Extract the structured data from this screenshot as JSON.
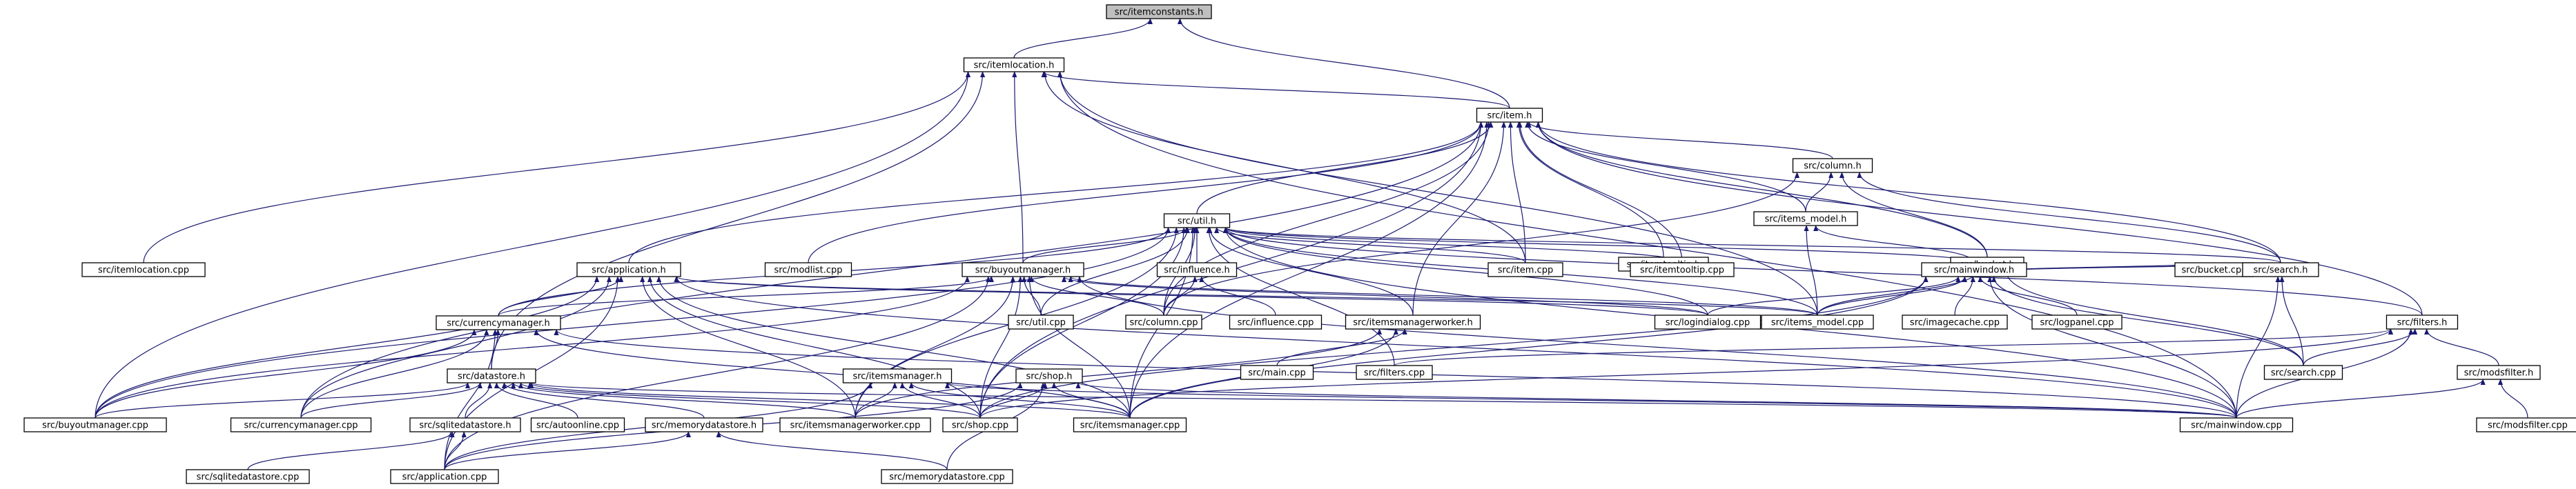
{
  "graph": {
    "root": "src/itemconstants.h",
    "colors": {
      "edge": "#191970",
      "node_border": "#000000",
      "node_fill": "#ffffff",
      "root_fill": "#bfbfbf"
    },
    "nodes": [
      {
        "id": "itemconstants_h",
        "label": "src/itemconstants.h"
      },
      {
        "id": "itemlocation_h",
        "label": "src/itemlocation.h"
      },
      {
        "id": "item_h",
        "label": "src/item.h"
      },
      {
        "id": "column_h",
        "label": "src/column.h"
      },
      {
        "id": "itemtooltip_h",
        "label": "src/itemtooltip.h"
      },
      {
        "id": "items_model_h",
        "label": "src/items_model.h"
      },
      {
        "id": "bucket_h",
        "label": "src/bucket.h"
      },
      {
        "id": "util_h",
        "label": "src/util.h"
      },
      {
        "id": "itemlocation_cpp",
        "label": "src/itemlocation.cpp"
      },
      {
        "id": "modlist_cpp",
        "label": "src/modlist.cpp"
      },
      {
        "id": "application_h",
        "label": "src/application.h"
      },
      {
        "id": "buyoutmanager_h",
        "label": "src/buyoutmanager.h"
      },
      {
        "id": "influence_h",
        "label": "src/influence.h"
      },
      {
        "id": "item_cpp",
        "label": "src/item.cpp"
      },
      {
        "id": "itemtooltip_cpp",
        "label": "src/itemtooltip.cpp"
      },
      {
        "id": "mainwindow_h",
        "label": "src/mainwindow.h"
      },
      {
        "id": "bucket_cpp",
        "label": "src/bucket.cpp"
      },
      {
        "id": "search_h",
        "label": "src/search.h"
      },
      {
        "id": "currencymanager_h",
        "label": "src/currencymanager.h"
      },
      {
        "id": "util_cpp",
        "label": "src/util.cpp"
      },
      {
        "id": "column_cpp",
        "label": "src/column.cpp"
      },
      {
        "id": "influence_cpp",
        "label": "src/influence.cpp"
      },
      {
        "id": "itemsmanagerworker_h",
        "label": "src/itemsmanagerworker.h"
      },
      {
        "id": "logindialog_cpp",
        "label": "src/logindialog.cpp"
      },
      {
        "id": "items_model_cpp",
        "label": "src/items_model.cpp"
      },
      {
        "id": "imagecache_cpp",
        "label": "src/imagecache.cpp"
      },
      {
        "id": "logpanel_cpp",
        "label": "src/logpanel.cpp"
      },
      {
        "id": "filters_h",
        "label": "src/filters.h"
      },
      {
        "id": "main_cpp",
        "label": "src/main.cpp"
      },
      {
        "id": "filters_cpp",
        "label": "src/filters.cpp"
      },
      {
        "id": "search_cpp",
        "label": "src/search.cpp"
      },
      {
        "id": "modsfilter_h",
        "label": "src/modsfilter.h"
      },
      {
        "id": "datastore_h",
        "label": "src/datastore.h"
      },
      {
        "id": "itemsmanager_h",
        "label": "src/itemsmanager.h"
      },
      {
        "id": "shop_h",
        "label": "src/shop.h"
      },
      {
        "id": "buyoutmanager_cpp",
        "label": "src/buyoutmanager.cpp"
      },
      {
        "id": "currencymanager_cpp",
        "label": "src/currencymanager.cpp"
      },
      {
        "id": "itemsmanagerworker_cpp",
        "label": "src/itemsmanagerworker.cpp"
      },
      {
        "id": "shop_cpp",
        "label": "src/shop.cpp"
      },
      {
        "id": "itemsmanager_cpp",
        "label": "src/itemsmanager.cpp"
      },
      {
        "id": "mainwindow_cpp",
        "label": "src/mainwindow.cpp"
      },
      {
        "id": "modsfilter_cpp",
        "label": "src/modsfilter.cpp"
      },
      {
        "id": "sqlitedatastore_h",
        "label": "src/sqlitedatastore.h"
      },
      {
        "id": "autoonline_cpp",
        "label": "src/autoonline.cpp"
      },
      {
        "id": "memorydatastore_h",
        "label": "src/memorydatastore.h"
      },
      {
        "id": "sqlitedatastore_cpp",
        "label": "src/sqlitedatastore.cpp"
      },
      {
        "id": "application_cpp",
        "label": "src/application.cpp"
      },
      {
        "id": "memorydatastore_cpp",
        "label": "src/memorydatastore.cpp"
      }
    ],
    "edges": [
      [
        "itemlocation_h",
        "itemconstants_h"
      ],
      [
        "item_h",
        "itemconstants_h"
      ],
      [
        "item_h",
        "itemlocation_h"
      ],
      [
        "itemlocation_cpp",
        "itemlocation_h"
      ],
      [
        "item_cpp",
        "itemlocation_h"
      ],
      [
        "items_model_cpp",
        "itemlocation_h"
      ],
      [
        "mainwindow_cpp",
        "itemlocation_h"
      ],
      [
        "buyoutmanager_cpp",
        "itemlocation_h"
      ],
      [
        "datastore_h",
        "itemlocation_h"
      ],
      [
        "buyoutmanager_h",
        "itemlocation_h"
      ],
      [
        "column_h",
        "item_h"
      ],
      [
        "itemtooltip_h",
        "item_h"
      ],
      [
        "items_model_h",
        "item_h"
      ],
      [
        "bucket_h",
        "item_h"
      ],
      [
        "util_h",
        "item_h"
      ],
      [
        "modlist_cpp",
        "item_h"
      ],
      [
        "application_h",
        "item_h"
      ],
      [
        "item_cpp",
        "item_h"
      ],
      [
        "itemtooltip_cpp",
        "item_h"
      ],
      [
        "search_h",
        "item_h"
      ],
      [
        "filters_h",
        "item_h"
      ],
      [
        "column_cpp",
        "item_h"
      ],
      [
        "itemsmanagerworker_h",
        "item_h"
      ],
      [
        "shop_cpp",
        "item_h"
      ],
      [
        "currencymanager_cpp",
        "item_h"
      ],
      [
        "itemsmanager_cpp",
        "item_h"
      ],
      [
        "items_model_h",
        "column_h"
      ],
      [
        "bucket_h",
        "column_h"
      ],
      [
        "search_h",
        "column_h"
      ],
      [
        "column_cpp",
        "column_h"
      ],
      [
        "itemtooltip_cpp",
        "itemtooltip_h"
      ],
      [
        "items_model_cpp",
        "items_model_h"
      ],
      [
        "mainwindow_h",
        "items_model_h"
      ],
      [
        "mainwindow_h",
        "bucket_h"
      ],
      [
        "bucket_cpp",
        "bucket_h"
      ],
      [
        "search_h",
        "bucket_h"
      ],
      [
        "items_model_cpp",
        "bucket_h"
      ],
      [
        "search_cpp",
        "bucket_h"
      ],
      [
        "buyoutmanager_h",
        "util_h"
      ],
      [
        "influence_h",
        "util_h"
      ],
      [
        "item_cpp",
        "util_h"
      ],
      [
        "itemtooltip_cpp",
        "util_h"
      ],
      [
        "mainwindow_h",
        "util_h"
      ],
      [
        "search_h",
        "util_h"
      ],
      [
        "util_cpp",
        "util_h"
      ],
      [
        "column_cpp",
        "util_h"
      ],
      [
        "itemsmanagerworker_h",
        "util_h"
      ],
      [
        "logindialog_cpp",
        "util_h"
      ],
      [
        "items_model_cpp",
        "util_h"
      ],
      [
        "filters_h",
        "util_h"
      ],
      [
        "buyoutmanager_cpp",
        "util_h"
      ],
      [
        "currencymanager_h",
        "util_h"
      ],
      [
        "shop_cpp",
        "util_h"
      ],
      [
        "itemsmanager_cpp",
        "util_h"
      ],
      [
        "mainwindow_cpp",
        "util_h"
      ],
      [
        "itemsmanagerworker_cpp",
        "util_h"
      ],
      [
        "filters_cpp",
        "util_h"
      ],
      [
        "column_cpp",
        "influence_h"
      ],
      [
        "influence_cpp",
        "influence_h"
      ],
      [
        "currencymanager_h",
        "application_h"
      ],
      [
        "buyoutmanager_cpp",
        "application_h"
      ],
      [
        "currencymanager_cpp",
        "application_h"
      ],
      [
        "shop_cpp",
        "application_h"
      ],
      [
        "itemsmanager_cpp",
        "application_h"
      ],
      [
        "mainwindow_cpp",
        "application_h"
      ],
      [
        "logindialog_cpp",
        "application_h"
      ],
      [
        "items_model_cpp",
        "application_h"
      ],
      [
        "application_cpp",
        "application_h"
      ],
      [
        "itemsmanagerworker_cpp",
        "application_h"
      ],
      [
        "currencymanager_h",
        "buyoutmanager_h"
      ],
      [
        "util_cpp",
        "buyoutmanager_h"
      ],
      [
        "column_cpp",
        "buyoutmanager_h"
      ],
      [
        "logindialog_cpp",
        "buyoutmanager_h"
      ],
      [
        "items_model_cpp",
        "buyoutmanager_h"
      ],
      [
        "buyoutmanager_cpp",
        "buyoutmanager_h"
      ],
      [
        "shop_cpp",
        "buyoutmanager_h"
      ],
      [
        "itemsmanager_cpp",
        "buyoutmanager_h"
      ],
      [
        "mainwindow_cpp",
        "buyoutmanager_h"
      ],
      [
        "itemsmanagerworker_cpp",
        "buyoutmanager_h"
      ],
      [
        "application_cpp",
        "buyoutmanager_h"
      ],
      [
        "logindialog_cpp",
        "mainwindow_h"
      ],
      [
        "items_model_cpp",
        "mainwindow_h"
      ],
      [
        "imagecache_cpp",
        "mainwindow_h"
      ],
      [
        "logpanel_cpp",
        "mainwindow_h"
      ],
      [
        "itemsmanager_cpp",
        "mainwindow_h"
      ],
      [
        "mainwindow_cpp",
        "mainwindow_h"
      ],
      [
        "shop_cpp",
        "mainwindow_h"
      ],
      [
        "search_cpp",
        "mainwindow_h"
      ],
      [
        "main_cpp",
        "itemsmanagerworker_h"
      ],
      [
        "itemsmanagerworker_cpp",
        "itemsmanagerworker_h"
      ],
      [
        "itemsmanager_cpp",
        "itemsmanagerworker_h"
      ],
      [
        "search_cpp",
        "search_h"
      ],
      [
        "mainwindow_cpp",
        "search_h"
      ],
      [
        "search_cpp",
        "filters_h"
      ],
      [
        "modsfilter_h",
        "filters_h"
      ],
      [
        "mainwindow_cpp",
        "filters_h"
      ],
      [
        "filters_cpp",
        "filters_h"
      ],
      [
        "shop_cpp",
        "filters_h"
      ],
      [
        "modsfilter_cpp",
        "modsfilter_h"
      ],
      [
        "mainwindow_cpp",
        "modsfilter_h"
      ],
      [
        "datastore_h",
        "currencymanager_h"
      ],
      [
        "currencymanager_cpp",
        "currencymanager_h"
      ],
      [
        "buyoutmanager_cpp",
        "currencymanager_h"
      ],
      [
        "application_cpp",
        "currencymanager_h"
      ],
      [
        "mainwindow_cpp",
        "currencymanager_h"
      ],
      [
        "itemsmanager_cpp",
        "currencymanager_h"
      ],
      [
        "sqlitedatastore_h",
        "datastore_h"
      ],
      [
        "autoonline_cpp",
        "datastore_h"
      ],
      [
        "memorydatastore_h",
        "datastore_h"
      ],
      [
        "buyoutmanager_cpp",
        "datastore_h"
      ],
      [
        "currencymanager_cpp",
        "datastore_h"
      ],
      [
        "itemsmanagerworker_cpp",
        "datastore_h"
      ],
      [
        "shop_cpp",
        "datastore_h"
      ],
      [
        "itemsmanager_cpp",
        "datastore_h"
      ],
      [
        "mainwindow_cpp",
        "datastore_h"
      ],
      [
        "sqlitedatastore_cpp",
        "sqlitedatastore_h"
      ],
      [
        "application_cpp",
        "sqlitedatastore_h"
      ],
      [
        "memorydatastore_cpp",
        "memorydatastore_h"
      ],
      [
        "application_cpp",
        "memorydatastore_h"
      ],
      [
        "itemsmanagerworker_cpp",
        "itemsmanager_h"
      ],
      [
        "shop_cpp",
        "itemsmanager_h"
      ],
      [
        "itemsmanager_cpp",
        "itemsmanager_h"
      ],
      [
        "mainwindow_cpp",
        "itemsmanager_h"
      ],
      [
        "application_cpp",
        "itemsmanager_h"
      ],
      [
        "shop_cpp",
        "shop_h"
      ],
      [
        "itemsmanager_cpp",
        "shop_h"
      ],
      [
        "mainwindow_cpp",
        "shop_h"
      ],
      [
        "application_cpp",
        "shop_h"
      ],
      [
        "memorydatastore_cpp",
        "shop_h"
      ]
    ]
  }
}
